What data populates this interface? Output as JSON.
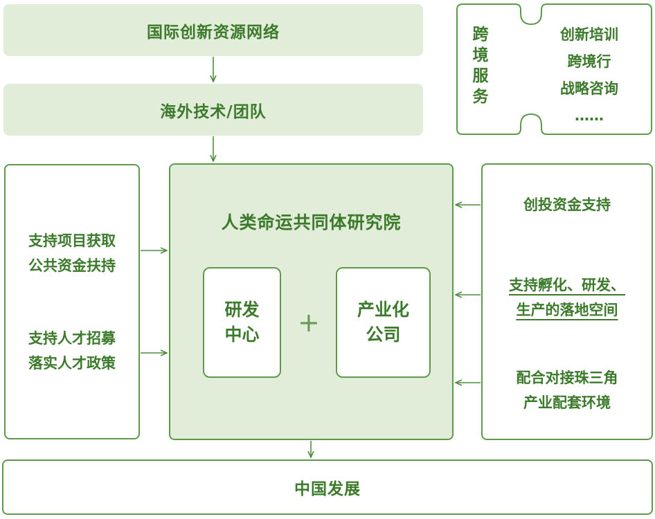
{
  "top": {
    "label": "国际创新资源网络"
  },
  "second": {
    "label": "海外技术/团队"
  },
  "left": {
    "group1": [
      "支持项目获取",
      "公共资金扶持"
    ],
    "group2": [
      "支持人才招募",
      "落实人才政策"
    ]
  },
  "center": {
    "title": "人类命运共同体研究院",
    "rd": [
      "研发",
      "中心"
    ],
    "plus": "+",
    "industrial": [
      "产业化",
      "公司"
    ]
  },
  "right": {
    "item1": [
      "创投资金支持"
    ],
    "item2": [
      "支持孵化、研发、",
      "生产的落地空间"
    ],
    "item3": [
      "配合对接珠三角",
      "产业配套环境"
    ]
  },
  "cross": {
    "title": "跨境服务",
    "items": [
      "创新培训",
      "跨境行",
      "战略咨询",
      "……"
    ]
  },
  "bottom": {
    "label": "中国发展"
  },
  "colors": {
    "fill": "#e1ecd9",
    "stroke": "#5c9a48",
    "text": "#3c7a2b"
  }
}
